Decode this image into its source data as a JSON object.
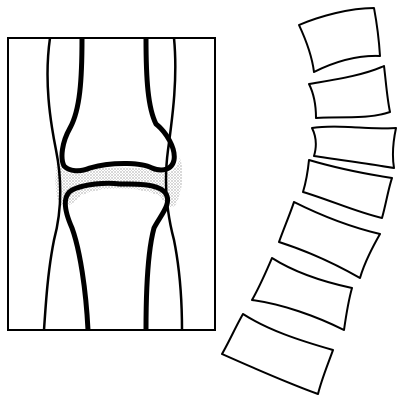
{
  "figure": {
    "panels": [
      {
        "id": "joint",
        "depicts": "bone-joint-cross-section",
        "features": [
          "outer-bone-outline",
          "inner-bone-outline",
          "joint-cartilage"
        ]
      },
      {
        "id": "spine",
        "depicts": "vertebral-column",
        "vertebra_count": 7
      }
    ],
    "colors": {
      "stroke": "#000000",
      "background": "#ffffff",
      "cartilage_stipple": "#8a8a8a"
    }
  }
}
